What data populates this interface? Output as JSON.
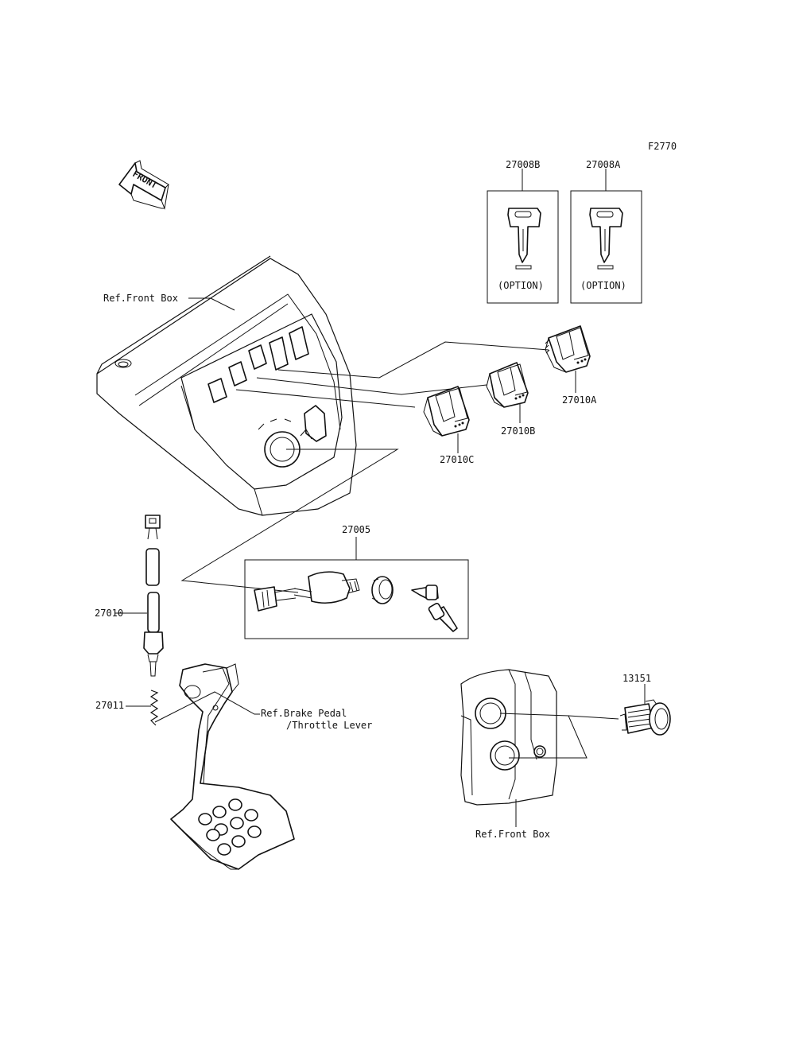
{
  "diagram": {
    "figure_code": "F2770",
    "front_arrow_label": "FRONT",
    "labels": {
      "key_b": "27008B",
      "key_a": "27008A",
      "option_b": "(OPTION)",
      "option_a": "(OPTION)",
      "ref_front_box_top": "Ref.Front Box",
      "switch_a": "27010A",
      "switch_b": "27010B",
      "switch_c": "27010C",
      "ignition_set": "27005",
      "switch_27010": "27010",
      "spring_27011": "27011",
      "ref_brake_pedal_1": "Ref.Brake Pedal",
      "ref_brake_pedal_2": "/Throttle Lever",
      "socket_13151": "13151",
      "ref_front_box_bottom": "Ref.Front Box"
    }
  }
}
